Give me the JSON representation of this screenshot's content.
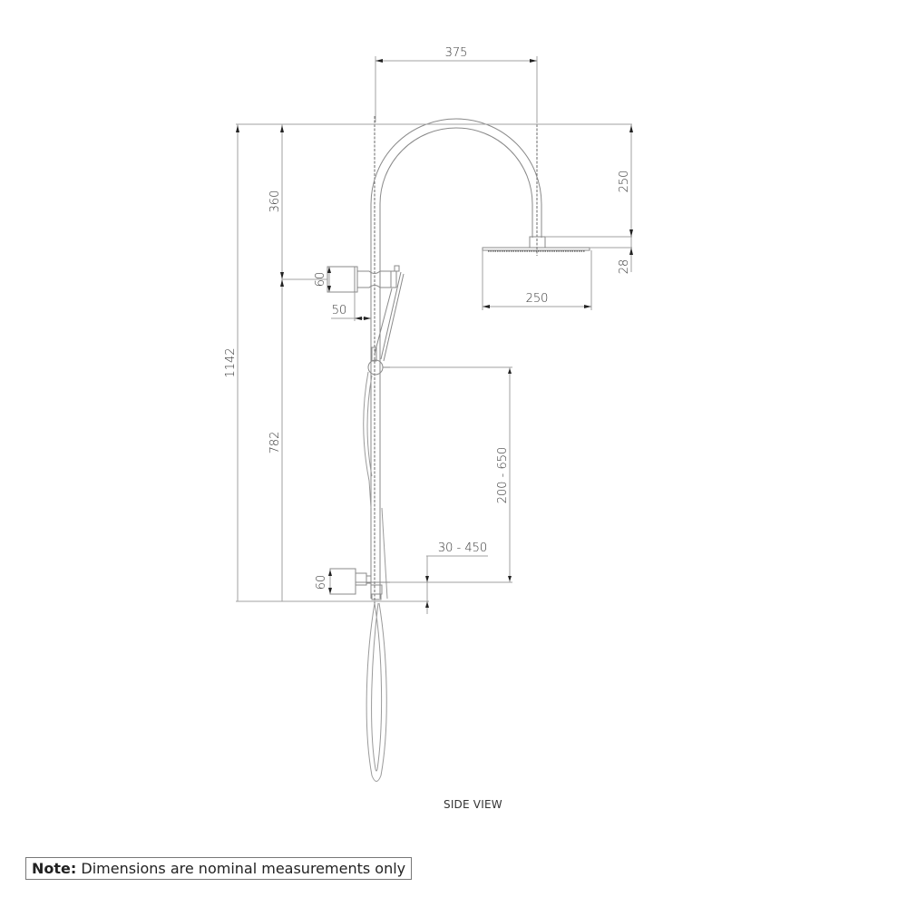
{
  "diagram": {
    "view_label": "SIDE VIEW",
    "dimensions": {
      "arm_reach": "375",
      "overall_height": "1142",
      "top_to_upper_bracket": "360",
      "upper_bracket_height": "60",
      "bracket_projection": "50",
      "upper_bracket_to_lower": "782",
      "arm_drop": "250",
      "head_thickness": "28",
      "head_diameter": "250",
      "slider_range": "200 - 650",
      "diverter_offset": "30 - 450",
      "lower_bracket_height": "60"
    }
  },
  "note": {
    "label": "Note:",
    "text": " Dimensions are nominal measurements only"
  }
}
